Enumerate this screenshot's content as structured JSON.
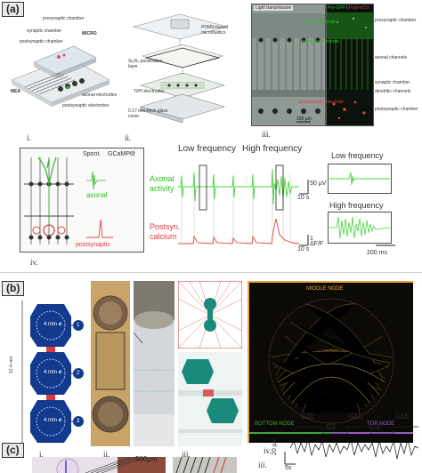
{
  "panels": {
    "a": {
      "tag": "(a)",
      "sub_i": "i.",
      "sub_ii": "ii.",
      "sub_iii": "iii.",
      "sub_iv": "iv.",
      "device_labels": {
        "presynaptic_chamber": "presynaptic chamber",
        "synaptic_chamber": "synaptic chamber",
        "postsynaptic_chamber": "postsynaptic chamber",
        "axonal_electrodes": "axonal electrodes",
        "postsynaptic_electrodes": "postsynaptic electrodes",
        "mea": "MEA",
        "micro": "MICRO"
      },
      "layer_labels": {
        "pdms": "PDMS-based microfluidics",
        "sin": "Si₃N₄ passivation layer",
        "tipt": "Ti/Pt electrodes",
        "glass": "0.17 mm-thick glass cover"
      },
      "micro_labels": {
        "light": "Light transmission",
        "pre_gfp": "Pre-GFP",
        "slash": " / ",
        "post_mch": "Post-mCh",
        "axonal_electrode": "axonal electrode",
        "reference_electrode": "reference electrode",
        "postsynaptic_electrode": "postsynaptic electrode",
        "presynaptic_chamber": "presynaptic chamber",
        "axonal_channels": "axonal channels",
        "synaptic_chamber": "synaptic chamber",
        "dendritic_channels": "dendritic channels",
        "postsynaptic_chamber": "postsynaptic chamber",
        "scale": "100 µm"
      },
      "schematic": {
        "spont": "Spont.",
        "gcamp": "GCaMP6f",
        "axonal": "axonal",
        "postsynaptic": "postsynaptic"
      },
      "traces": {
        "low_frequency": "Low frequency",
        "high_frequency": "High frequency",
        "axonal_activity": "Axonal activity",
        "postsyn_calcium": "Postsyn. calcium",
        "scale_50uv": "50 µV",
        "scale_10s_a": "10 s",
        "scale_df": "1 ΔF/F",
        "scale_10s_b": "10 s",
        "inset_low": "Low frequency",
        "inset_high": "High frequency",
        "scale_200ms": "200 ms"
      }
    },
    "b": {
      "tag": "(b)",
      "sub_i": "i.",
      "sub_ii": "ii.",
      "sub_iii": "iii.",
      "sub_iv": "iv.",
      "well_label": "4 mm ø",
      "well_nums": [
        "1",
        "2",
        "3"
      ],
      "scale_len": "12.4 mm",
      "middle_node": "MIDDLE NODE",
      "bottom_node": "BOTTOM NODE",
      "top_node": "TOP NODE",
      "colors": {
        "blue": "#123b8f",
        "red": "#d63a3a",
        "gold": "#e8a53a",
        "green": "#3fa83f",
        "purple": "#9a5cc9"
      }
    },
    "c": {
      "tag": "(c)",
      "scale_500um": "500µm",
      "sub_iii": "iii.",
      "g11": "G11",
      "g3a": "G3",
      "g15a": "G15",
      "g3b": "G3",
      "g15b": "G15",
      "scale_20uv": "20 µV",
      "scale_5s": "5s"
    }
  }
}
